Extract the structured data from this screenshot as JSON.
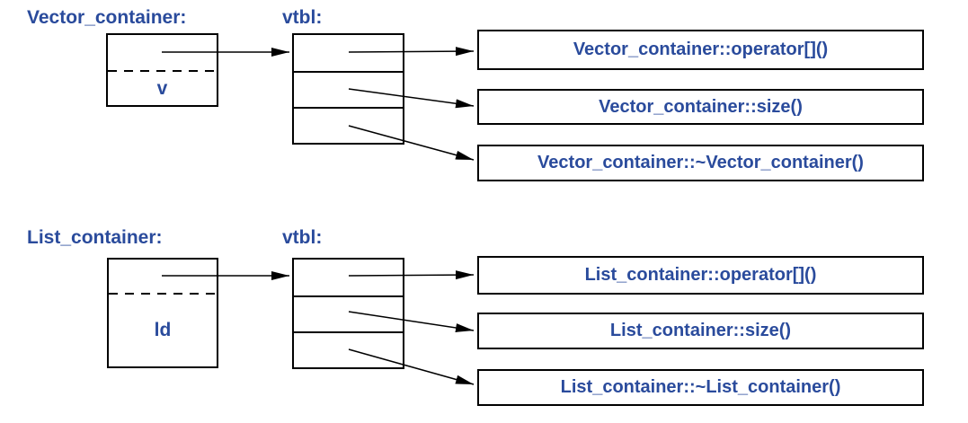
{
  "colors": {
    "text": "#2a4b9c",
    "line": "#000000",
    "background": "#ffffff"
  },
  "vector": {
    "class_label": "Vector_container:",
    "vtbl_label": "vtbl:",
    "member_label": "v",
    "functions": [
      "Vector_container::operator[]()",
      "Vector_container::size()",
      "Vector_container::~Vector_container()"
    ]
  },
  "list": {
    "class_label": "List_container:",
    "vtbl_label": "vtbl:",
    "member_label": "ld",
    "functions": [
      "List_container::operator[]()",
      "List_container::size()",
      "List_container::~List_container()"
    ]
  }
}
